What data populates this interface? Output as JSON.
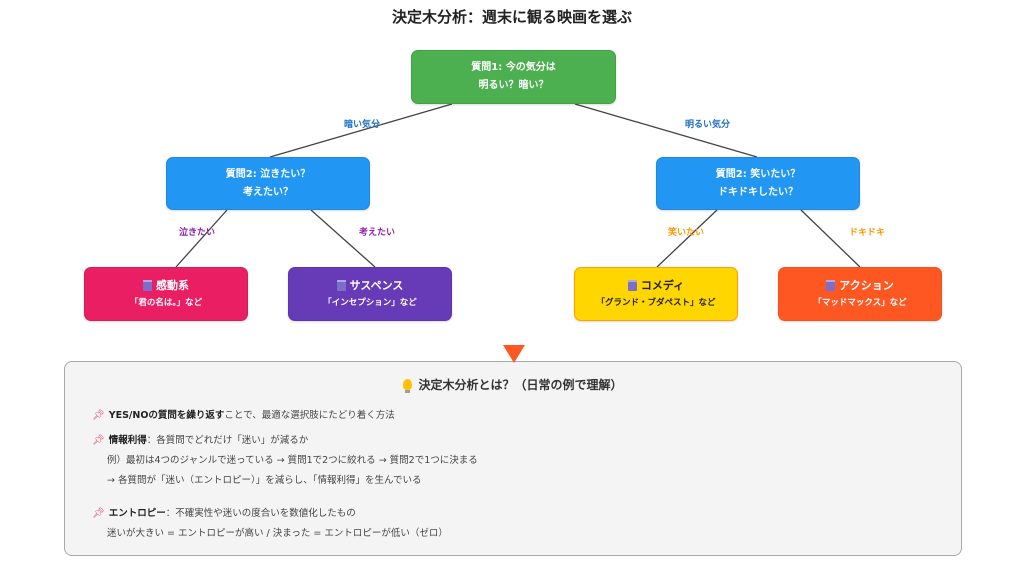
{
  "title": "決定木分析：週末に観る映画を選ぶ",
  "colors": {
    "root": "#4caf50",
    "question": "#2196f3",
    "emotional": "#e91e63",
    "suspense": "#673ab7",
    "comedy": "#ffd600",
    "action": "#ff5722",
    "label_dark_light": "#1e6fc4",
    "label_left": "#8e24aa",
    "label_right": "#ff9800"
  },
  "tree": {
    "root": {
      "line1": "質問1: 今の気分は",
      "line2": "明るい？暗い？"
    },
    "left_question": {
      "line1": "質問2: 泣きたい？",
      "line2": "考えたい？"
    },
    "right_question": {
      "line1": "質問2: 笑いたい？",
      "line2": "ドキドキしたい？"
    },
    "edge_labels": {
      "dark": "暗い気分",
      "bright": "明るい気分",
      "cry": "泣きたい",
      "think": "考えたい",
      "laugh": "笑いたい",
      "thrill": "ドキドキ"
    },
    "leaves": [
      {
        "icon": "clapperboard-icon",
        "title": "感動系",
        "example": "「君の名は。」など"
      },
      {
        "icon": "clapperboard-icon",
        "title": "サスペンス",
        "example": "「インセプション」など"
      },
      {
        "icon": "clapperboard-icon",
        "title": "コメディ",
        "example": "「グランド・ブダペスト」など"
      },
      {
        "icon": "clapperboard-icon",
        "title": "アクション",
        "example": "「マッドマックス」など"
      }
    ]
  },
  "info": {
    "icon": "lightbulb-icon",
    "title": "決定木分析とは？（日常の例で理解）",
    "bullets": [
      {
        "icon": "pushpin-icon",
        "bold": "YES/NOの質問を繰り返す",
        "text": "ことで、最適な選択肢にたどり着く方法",
        "sub": []
      },
      {
        "icon": "pushpin-icon",
        "bold": "情報利得",
        "text": "：各質問でどれだけ「迷い」が減るか",
        "sub": [
          "例）最初は4つのジャンルで迷っている → 質問1で2つに絞れる → 質問2で1つに決まる",
          "→ 各質問が「迷い（エントロピー）」を減らし、「情報利得」を生んでいる"
        ]
      },
      {
        "icon": "pushpin-icon",
        "bold": "エントロピー",
        "text": "：不確実性や迷いの度合いを数値化したもの",
        "sub": [
          "迷いが大きい = エントロピーが高い / 決まった = エントロピーが低い（ゼロ）"
        ]
      }
    ]
  }
}
